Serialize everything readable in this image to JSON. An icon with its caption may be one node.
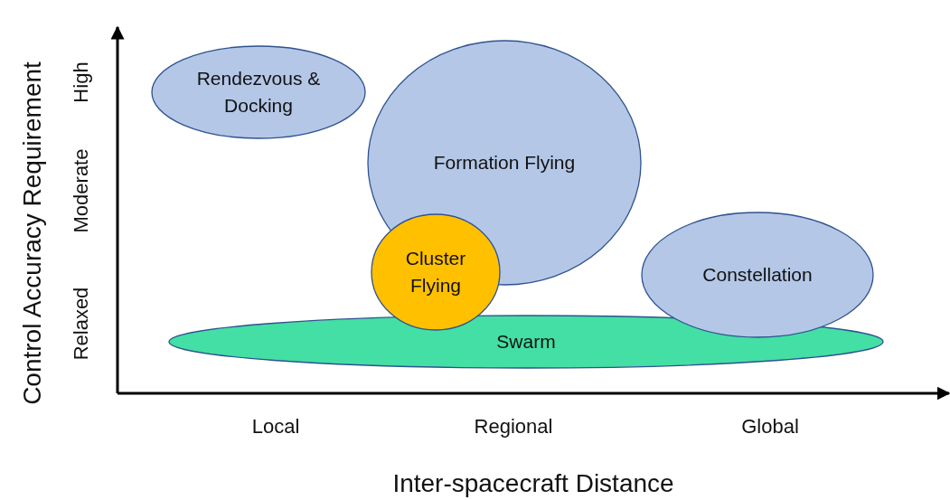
{
  "diagram": {
    "nodes": [
      {
        "text": [
          "Rendezvous & Docking"
        ]
      },
      {
        "text": [
          "Formation Flying"
        ]
      },
      {
        "text": [
          "Cluster Flying"
        ]
      },
      {
        "text": [
          "Constellation"
        ]
      },
      {
        "text": [
          "Swarm"
        ]
      }
    ],
    "labels": [
      "Control Accuracy Requirement",
      "High",
      "Moderate",
      "Relaxed",
      "Local",
      "Regional",
      "Global",
      "Inter-spacecraft Distance"
    ]
  }
}
